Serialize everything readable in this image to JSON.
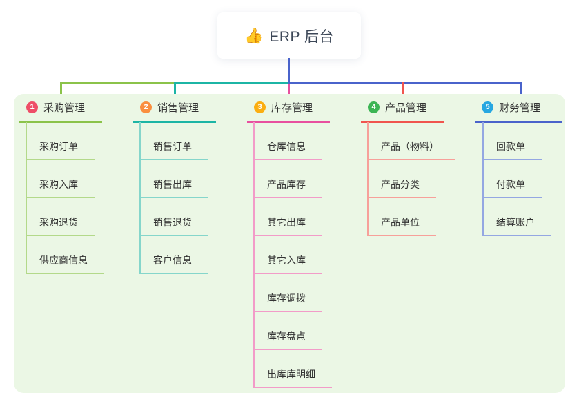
{
  "root": {
    "icon": "thumbs-up-icon",
    "icon_glyph": "👍",
    "label": "ERP 后台"
  },
  "panel_background": "#ebf7e5",
  "trunk_color": "#4a63cb",
  "branches": [
    {
      "num": "1",
      "label": "采购管理",
      "color": "#8bc34a",
      "light_color": "#b3d98a",
      "badge_color": "#ee4e67",
      "children": [
        "采购订单",
        "采购入库",
        "采购退货",
        "供应商信息"
      ]
    },
    {
      "num": "2",
      "label": "销售管理",
      "color": "#1cb5a5",
      "light_color": "#85d6cb",
      "badge_color": "#fa8f3f",
      "children": [
        "销售订单",
        "销售出库",
        "销售退货",
        "客户信息"
      ]
    },
    {
      "num": "3",
      "label": "库存管理",
      "color": "#e8509f",
      "light_color": "#f29bc8",
      "badge_color": "#fbae11",
      "children": [
        "仓库信息",
        "产品库存",
        "其它出库",
        "其它入库",
        "库存调拨",
        "库存盘点",
        "出库库明细"
      ]
    },
    {
      "num": "4",
      "label": "产品管理",
      "color": "#f0554e",
      "light_color": "#f7a09a",
      "badge_color": "#3cb554",
      "children": [
        "产品（物料）",
        "产品分类",
        "产品单位"
      ]
    },
    {
      "num": "5",
      "label": "财务管理",
      "color": "#4a63cb",
      "light_color": "#94a7e2",
      "badge_color": "#27a7e1",
      "children": [
        "回款单",
        "付款单",
        "结算账户"
      ]
    }
  ]
}
